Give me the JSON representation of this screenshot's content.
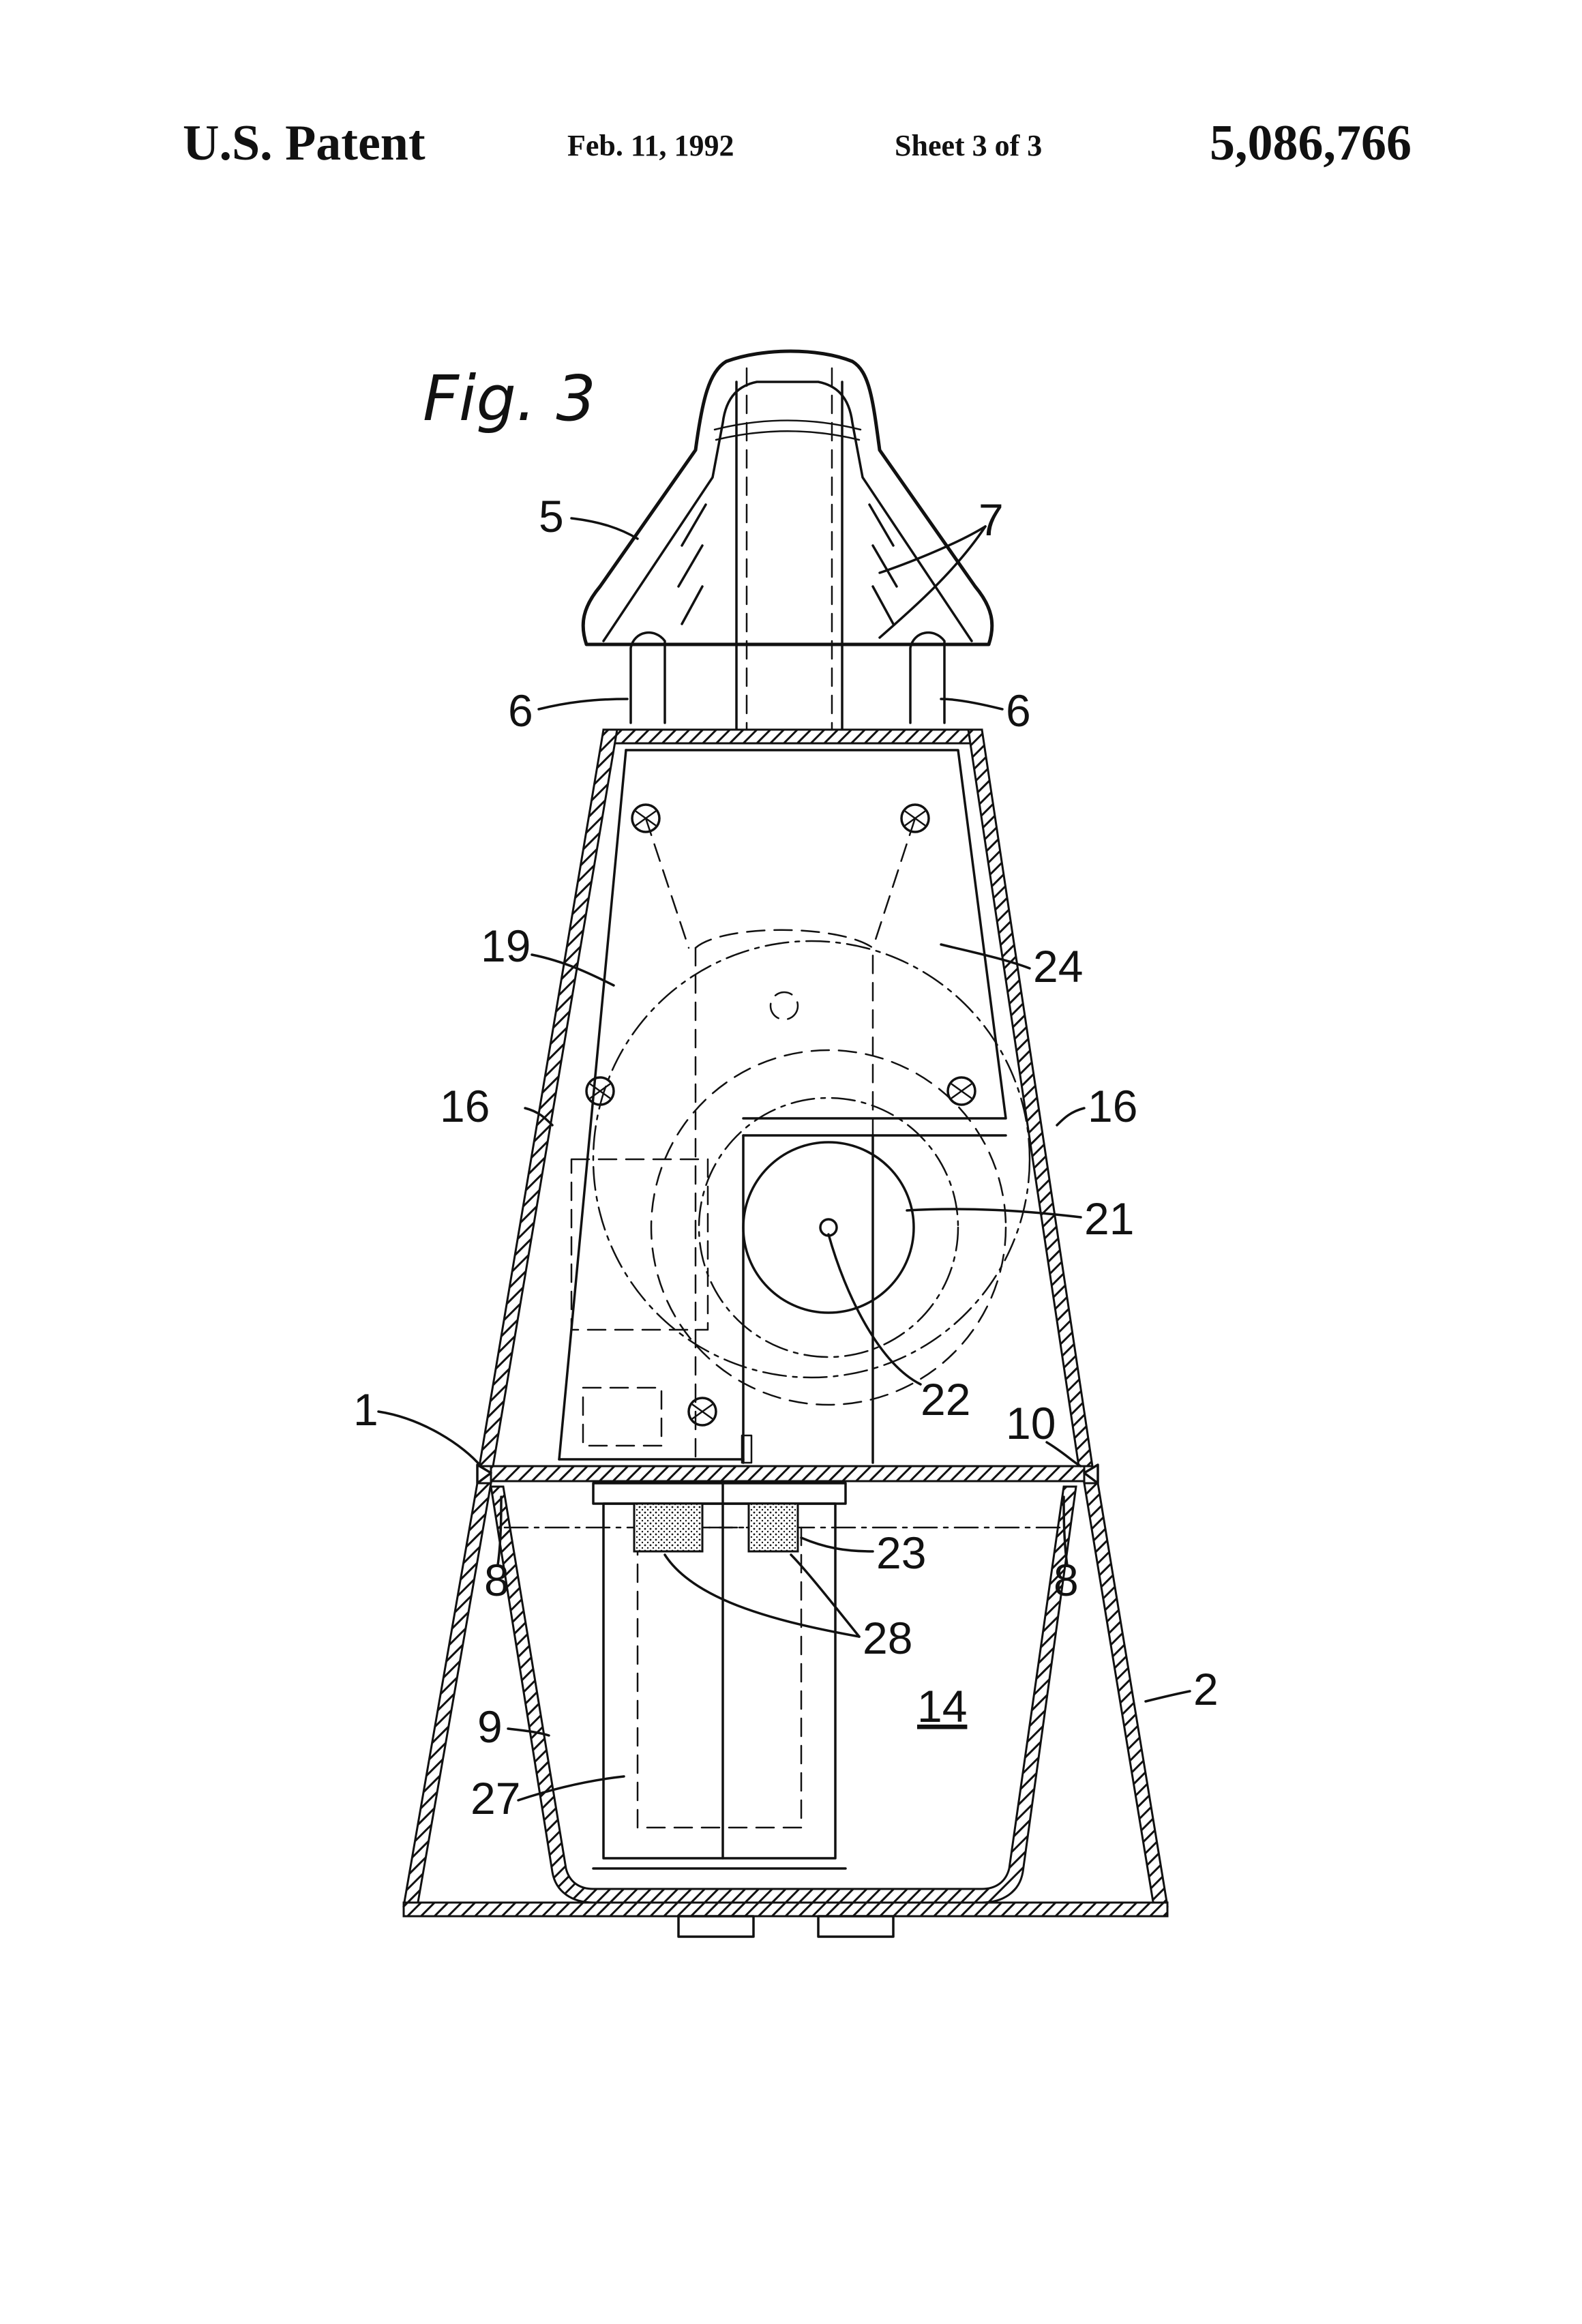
{
  "header": {
    "patent": "U.S. Patent",
    "date": "Feb. 11, 1992",
    "sheet": "Sheet 3 of 3",
    "number": "5,086,766"
  },
  "figure": {
    "title": "Fig. 3",
    "refs": {
      "r5": "5",
      "r7": "7",
      "r6_left": "6",
      "r6_right": "6",
      "r19": "19",
      "r24": "24",
      "r16_left": "16",
      "r16_right": "16",
      "r21": "21",
      "r22": "22",
      "r1": "1",
      "r10": "10",
      "r8_left": "8",
      "r8_right": "8",
      "r23": "23",
      "r28": "28",
      "r14": "14",
      "r2": "2",
      "r9": "9",
      "r27": "27"
    }
  }
}
